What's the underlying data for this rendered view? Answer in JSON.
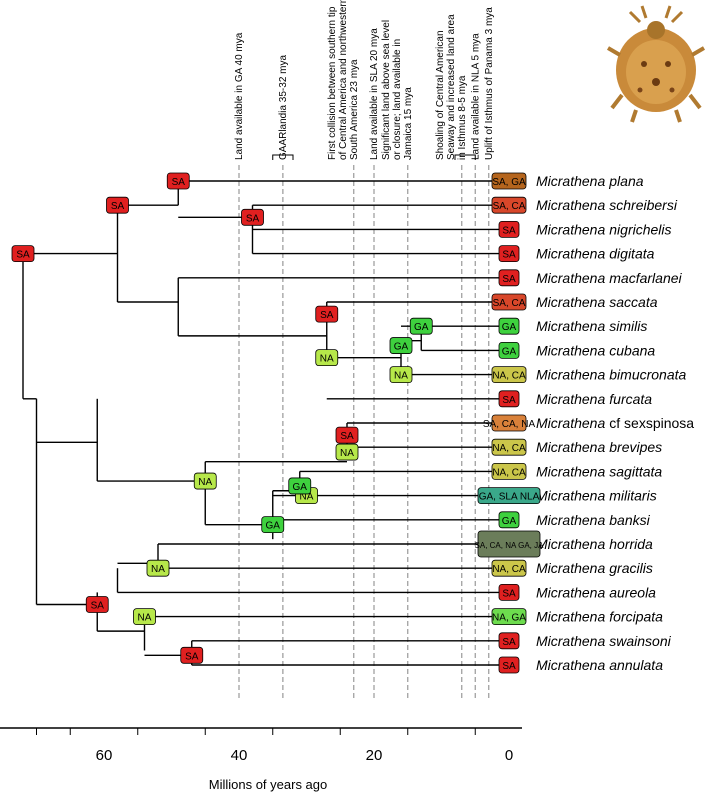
{
  "colors": {
    "SA": "#e02020",
    "NA": "#b7e84a",
    "GA": "#3ed13e",
    "CA": "#d8472a",
    "branch": "#000000",
    "event": "#999999"
  },
  "axis": {
    "label": "Millions of years ago",
    "ticks": [
      60,
      40,
      20,
      0
    ],
    "range": [
      75,
      0
    ]
  },
  "events": [
    {
      "age": 40,
      "text": [
        "Land available in GA 40 mya"
      ]
    },
    {
      "age": 33.5,
      "text": [
        "GAARlandia 35-32 mya"
      ]
    },
    {
      "age": 23,
      "text": [
        "First collision between southern tip",
        "of Central America and northwestern",
        "South America 23 mya"
      ]
    },
    {
      "age": 20,
      "text": [
        "Land available in SLA 20 mya"
      ]
    },
    {
      "age": 15,
      "text": [
        "Significant land above sea level",
        "or closure; land available in",
        "Jamaica 15 mya"
      ]
    },
    {
      "age": 7,
      "text": [
        "Shoaling of Central American",
        "Seaway and increased land area",
        "in Isthmus 8-5 mya"
      ]
    },
    {
      "age": 5,
      "text": [
        "Land available in NLA 5 mya"
      ]
    },
    {
      "age": 3,
      "text": [
        "Uplift of Isthmus of Panama 3 mya"
      ]
    }
  ],
  "taxa": [
    {
      "genus": "Micrathena",
      "epithet": "plana",
      "range": "SA, GA"
    },
    {
      "genus": "Micrathena",
      "epithet": "schreibersi",
      "range": "SA, CA"
    },
    {
      "genus": "Micrathena",
      "epithet": "nigrichelis",
      "range": "SA"
    },
    {
      "genus": "Micrathena",
      "epithet": "digitata",
      "range": "SA"
    },
    {
      "genus": "Micrathena",
      "epithet": "macfarlanei",
      "range": "SA"
    },
    {
      "genus": "Micrathena",
      "epithet": "saccata",
      "range": "SA, CA"
    },
    {
      "genus": "Micrathena",
      "epithet": "similis",
      "range": "GA"
    },
    {
      "genus": "Micrathena",
      "epithet": "cubana",
      "range": "GA"
    },
    {
      "genus": "Micrathena",
      "epithet": "bimucronata",
      "range": "NA, CA"
    },
    {
      "genus": "Micrathena",
      "epithet": "furcata",
      "range": "SA"
    },
    {
      "genus": "Micrathena",
      "epithet": "cf sexspinosa",
      "range": "SA, CA, NA"
    },
    {
      "genus": "Micrathena",
      "epithet": "brevipes",
      "range": "NA, CA"
    },
    {
      "genus": "Micrathena",
      "epithet": "sagittata",
      "range": "NA, CA"
    },
    {
      "genus": "Micrathena",
      "epithet": "militaris",
      "range": "GA, SLA NLA"
    },
    {
      "genus": "Micrathena",
      "epithet": "banksi",
      "range": "GA"
    },
    {
      "genus": "Micrathena",
      "epithet": "horrida",
      "range": "SA, CA, NA GA, JA"
    },
    {
      "genus": "Micrathena",
      "epithet": "gracilis",
      "range": "NA, CA"
    },
    {
      "genus": "Micrathena",
      "epithet": "aureola",
      "range": "SA"
    },
    {
      "genus": "Micrathena",
      "epithet": "forcipata",
      "range": "NA, GA"
    },
    {
      "genus": "Micrathena",
      "epithet": "swainsoni",
      "range": "SA"
    },
    {
      "genus": "Micrathena",
      "epithet": "annulata",
      "range": "SA"
    }
  ],
  "nodes": [
    {
      "label": "SA",
      "age": 72
    },
    {
      "label": "SA",
      "age": 58
    },
    {
      "label": "SA",
      "age": 49
    },
    {
      "label": "SA",
      "age": 38
    },
    {
      "label": "SA",
      "age": 27
    },
    {
      "label": "NA",
      "age": 27
    },
    {
      "label": "GA",
      "age": 16
    },
    {
      "label": "GA",
      "age": 13
    },
    {
      "label": "NA",
      "age": 16
    },
    {
      "label": "SA",
      "age": 24
    },
    {
      "label": "NA",
      "age": 24
    },
    {
      "label": "NA",
      "age": 45
    },
    {
      "label": "NA",
      "age": 30
    },
    {
      "label": "GA",
      "age": 31
    },
    {
      "label": "GA",
      "age": 35
    },
    {
      "label": "NA",
      "age": 52
    },
    {
      "label": "SA",
      "age": 61
    },
    {
      "label": "NA",
      "age": 54
    },
    {
      "label": "SA",
      "age": 47
    }
  ]
}
